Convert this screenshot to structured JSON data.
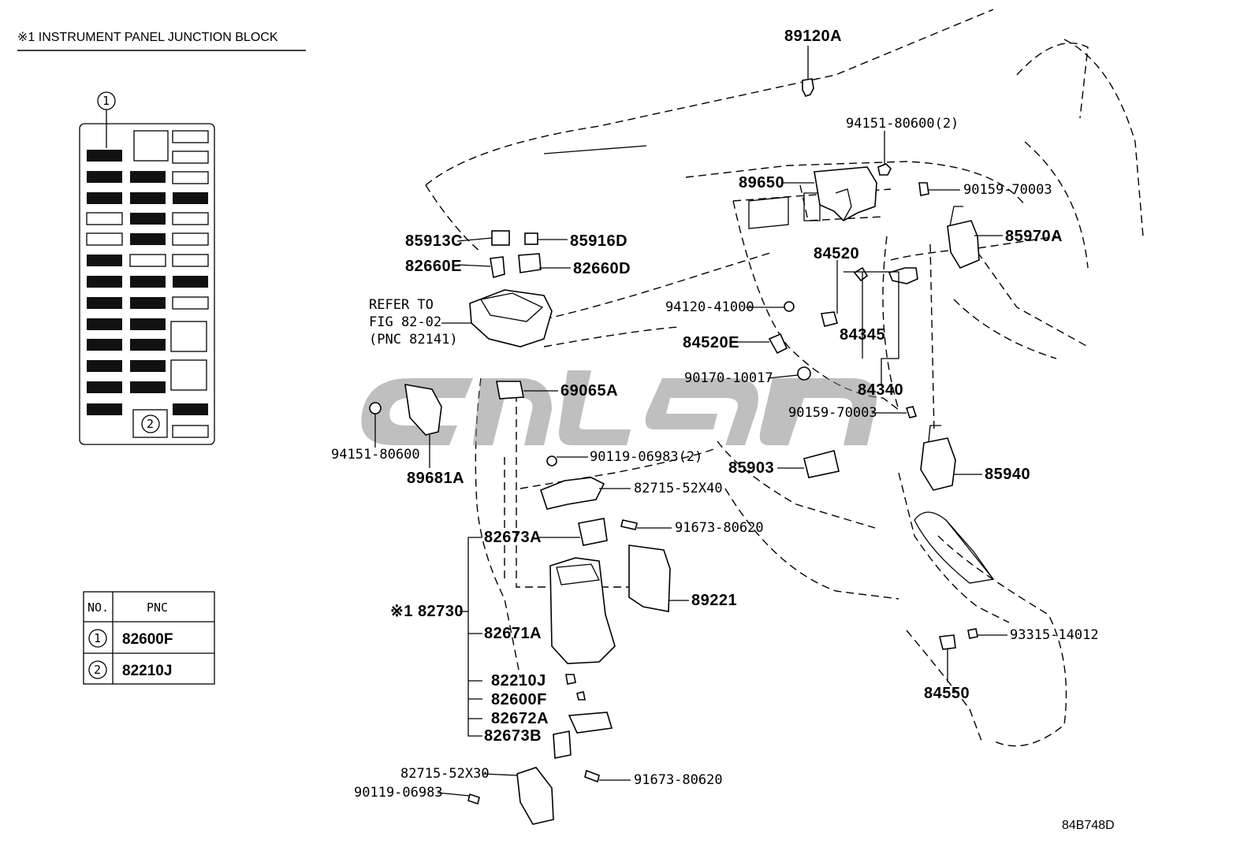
{
  "title": "※1 INSTRUMENT PANEL JUNCTION BLOCK",
  "figure_code": "84B748D",
  "fuse_block": {
    "callout_1": "1",
    "callout_2": "2"
  },
  "pnc_table": {
    "headers": [
      "NO.",
      "PNC"
    ],
    "rows": [
      {
        "no": "1",
        "pnc": "82600F"
      },
      {
        "no": "2",
        "pnc": "82210J"
      }
    ]
  },
  "refer_note": [
    "REFER TO",
    "FIG 82-02",
    "(PNC 82141)"
  ],
  "labels": {
    "p89120A": "89120A",
    "p94151_80600_2": "94151-80600(2)",
    "p89650": "89650",
    "p90159_70003_a": "90159-70003",
    "p85970A": "85970A",
    "p85913C": "85913C",
    "p85916D": "85916D",
    "p82660E": "82660E",
    "p82660D": "82660D",
    "p84520": "84520",
    "p94120_41000": "94120-41000",
    "p84520E": "84520E",
    "p84345": "84345",
    "p90170_10017": "90170-10017",
    "p84340": "84340",
    "p69065A": "69065A",
    "p90159_70003_b": "90159-70003",
    "p94151_80600": "94151-80600",
    "p89681A": "89681A",
    "p90119_06983_2": "90119-06983(2)",
    "p85903": "85903",
    "p85940": "85940",
    "p82715_52X40": "82715-52X40",
    "p91673_80620_a": "91673-80620",
    "p82673A": "82673A",
    "p89221": "89221",
    "p82730": "※1 82730",
    "p82671A": "82671A",
    "p93315_14012": "93315-14012",
    "p82210J": "82210J",
    "p82600F": "82600F",
    "p84550": "84550",
    "p82672A": "82672A",
    "p82673B": "82673B",
    "p82715_52X30": "82715-52X30",
    "p91673_80620_b": "91673-80620",
    "p90119_06983": "90119-06983"
  }
}
